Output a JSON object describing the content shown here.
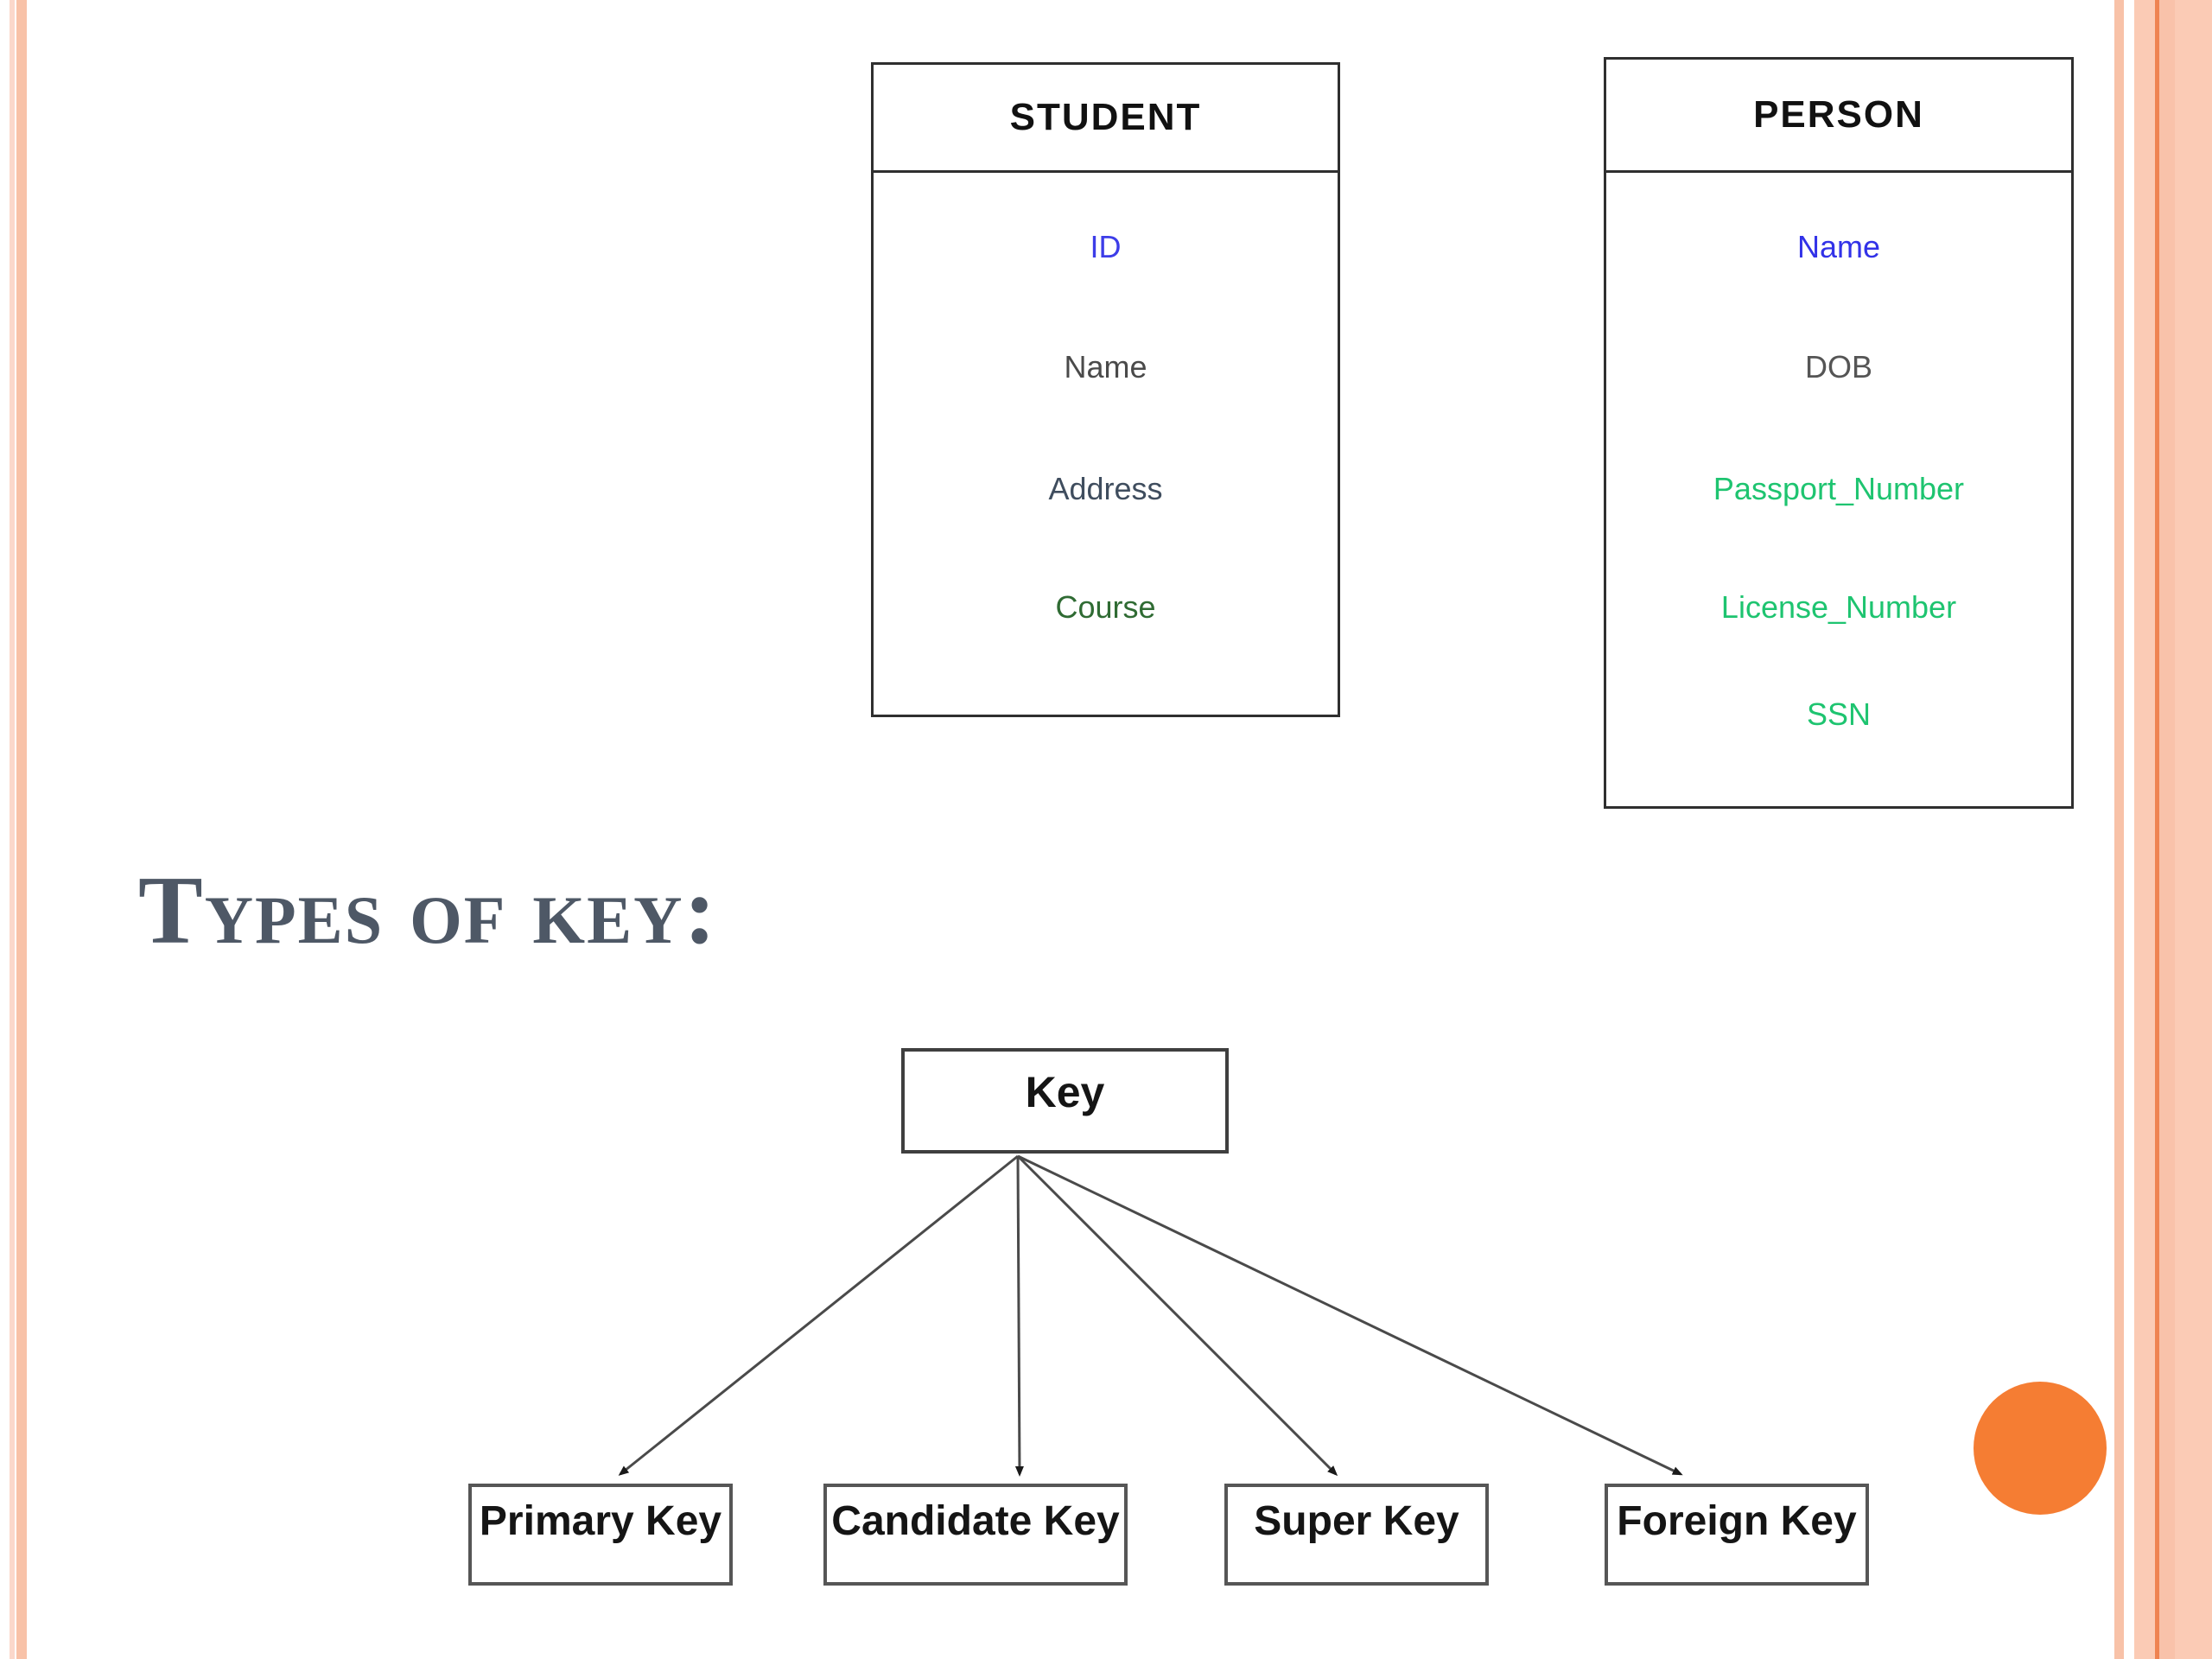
{
  "slide": {
    "heading": {
      "text": "Types of key:",
      "color": "#4e5866"
    },
    "entities": [
      {
        "title": "STUDENT",
        "attributes": [
          {
            "label": "ID",
            "color": "#3d3de8"
          },
          {
            "label": "Name",
            "color": "#4a4a4a"
          },
          {
            "label": "Address",
            "color": "#3f4d5e"
          },
          {
            "label": "Course",
            "color": "#2f6b33"
          }
        ]
      },
      {
        "title": "PERSON",
        "attributes": [
          {
            "label": "Name",
            "color": "#3232e8"
          },
          {
            "label": "DOB",
            "color": "#555555"
          },
          {
            "label": "Passport_Number",
            "color": "#1ec470"
          },
          {
            "label": "License_Number",
            "color": "#1ec470"
          },
          {
            "label": "SSN",
            "color": "#1ec470"
          }
        ]
      }
    ],
    "tree": {
      "root": "Key",
      "children": [
        "Primary Key",
        "Candidate Key",
        "Super Key",
        "Foreign Key"
      ]
    },
    "decor": {
      "stripe_light": "#fbd8cb",
      "stripe_main": "#f8c2a8",
      "band_main": "#fbcbb5",
      "band_sub": "#f9c2aa",
      "band_line": "#ef8351",
      "circle": "#f57d33"
    }
  }
}
